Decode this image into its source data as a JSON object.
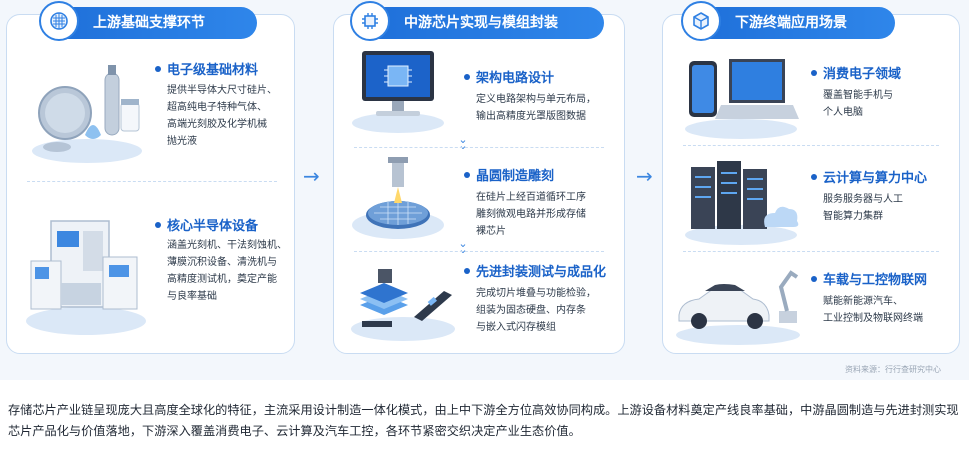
{
  "columns": [
    {
      "title": "上游基础支撑环节",
      "icon": "wafer-grid-icon",
      "sections": [
        {
          "title": "电子级基础材料",
          "desc": "提供半导体大尺寸硅片、\n超高纯电子特种气体、\n高端光刻胶及化学机械\n抛光液"
        },
        {
          "title": "核心半导体设备",
          "desc": "涵盖光刻机、干法刻蚀机、\n薄膜沉积设备、清洗机与\n高精度测试机，奠定产能\n与良率基础"
        }
      ]
    },
    {
      "title": "中游芯片实现与模组封装",
      "icon": "chip-icon",
      "sections": [
        {
          "title": "架构电路设计",
          "desc": "定义电路架构与单元布局，\n输出高精度光罩版图数据"
        },
        {
          "title": "晶圆制造雕刻",
          "desc": "在硅片上经百道循环工序\n雕刻微观电路并形成存储\n裸芯片"
        },
        {
          "title": "先进封装测试与成品化",
          "desc": "完成切片堆叠与功能检验，\n组装为固态硬盘、内存条\n与嵌入式闪存模组"
        }
      ]
    },
    {
      "title": "下游终端应用场景",
      "icon": "cube-icon",
      "sections": [
        {
          "title": "消费电子领域",
          "desc": "覆盖智能手机与\n个人电脑"
        },
        {
          "title": "云计算与算力中心",
          "desc": "服务服务器与人工\n智能算力集群"
        },
        {
          "title": "车载与工控物联网",
          "desc": "赋能新能源汽车、\n工业控制及物联网终端"
        }
      ]
    }
  ],
  "source": "资料来源：行行查研究中心",
  "caption": "存储芯片产业链呈现庞大且高度全球化的特征，主流采用设计制造一体化模式，由上中下游全方位高效协同构成。上游设备材料奠定产线良率基础，中游晶圆制造与先进封测实现芯片产品化与价值落地，下游深入覆盖消费电子、云计算及汽车工控，各环节紧密交织决定产业生态价值。",
  "colors": {
    "accent": "#1e6fd9",
    "title": "#1a62c8",
    "border": "#c9dcf2"
  }
}
